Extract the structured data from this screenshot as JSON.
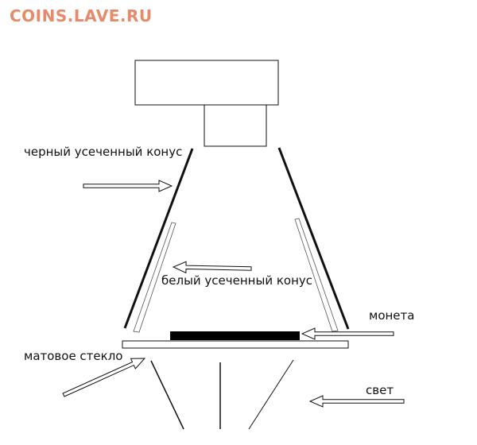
{
  "watermark": {
    "text": "COINS.LAVE.RU",
    "color": "#e88a6a"
  },
  "labels": {
    "black_cone": "черный усеченный конус",
    "white_cone": "белый усеченный конус",
    "coin": "монета",
    "matte_glass": "матовое стекло",
    "light": "свет"
  },
  "colors": {
    "stroke": "#111111",
    "coin_fill": "#000000",
    "background": "#ffffff"
  },
  "icons": [
    "arrow-icon"
  ]
}
